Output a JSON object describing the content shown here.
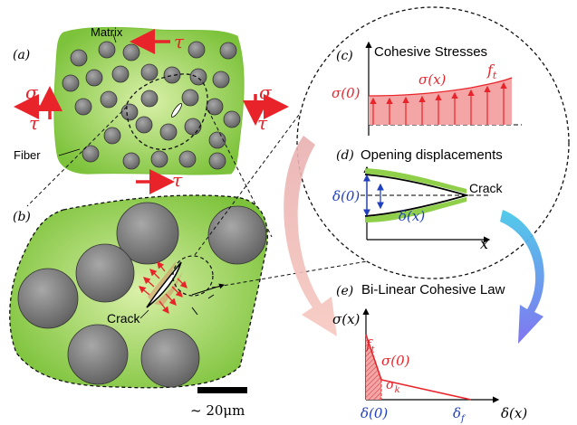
{
  "panels": {
    "a": "(a)",
    "b": "(b)",
    "c": "(c)",
    "d": "(d)",
    "e": "(e)"
  },
  "panel_a": {
    "matrix_label": "Matrix",
    "fiber_label": "Fiber",
    "sigma": "σ",
    "tau": "τ"
  },
  "panel_b": {
    "crack_label": "Crack",
    "scale_label": "~ 20μm"
  },
  "panel_c": {
    "title": "Cohesive Stresses",
    "sigma0": "σ(0)",
    "sigmax": "σ(x)",
    "ft": "f",
    "ft_sub": "t"
  },
  "panel_d": {
    "title": "Opening displacements",
    "delta0": "δ(0)",
    "deltax": "δ(x)",
    "crack": "Crack",
    "x_axis": "x"
  },
  "panel_e": {
    "title": "Bi-Linear Cohesive Law",
    "y_axis": "σ(x)",
    "x_axis": "δ(x)",
    "ft": "f",
    "ft_sub": "t",
    "sigma0": "σ(0)",
    "sigmak": "σ",
    "sigmak_sub": "k",
    "delta0": "δ(0)",
    "deltaf": "δ",
    "deltaf_sub": "f"
  },
  "colors": {
    "matrix_green": "#8fcf4a",
    "fiber_gray": "#7a7a7a",
    "arrow_red": "#e8242a",
    "cohesive_fill": "#f4a6a6",
    "delta_blue": "#1f3fbf"
  }
}
